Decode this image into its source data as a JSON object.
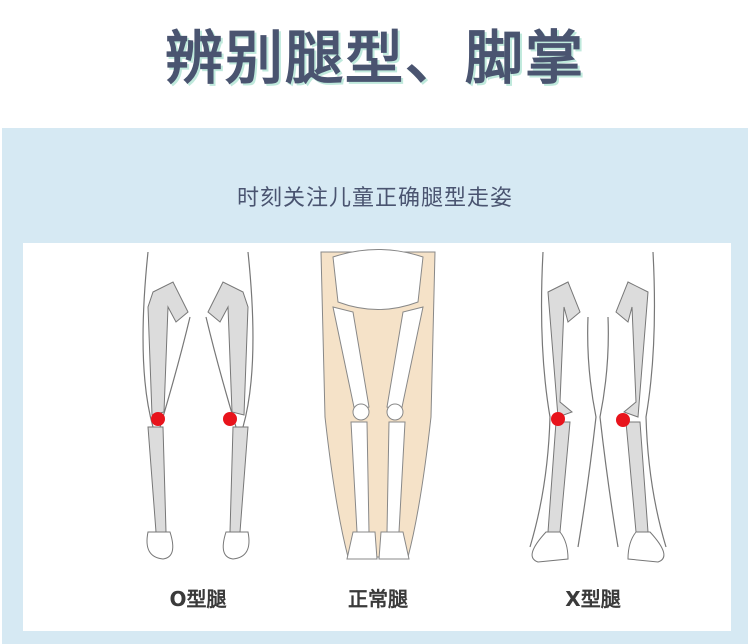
{
  "header": {
    "title": "辨别腿型、脚掌"
  },
  "panel": {
    "subtitle": "时刻关注儿童正确腿型走姿",
    "background_color": "#d6e9f3",
    "figures": [
      {
        "label": "O型腿",
        "type": "o-legs",
        "marker_color": "#e8141c"
      },
      {
        "label": "正常腿",
        "type": "normal-legs",
        "skin_color": "#f5e2c8"
      },
      {
        "label": "X型腿",
        "type": "x-legs",
        "marker_color": "#e8141c"
      }
    ]
  }
}
